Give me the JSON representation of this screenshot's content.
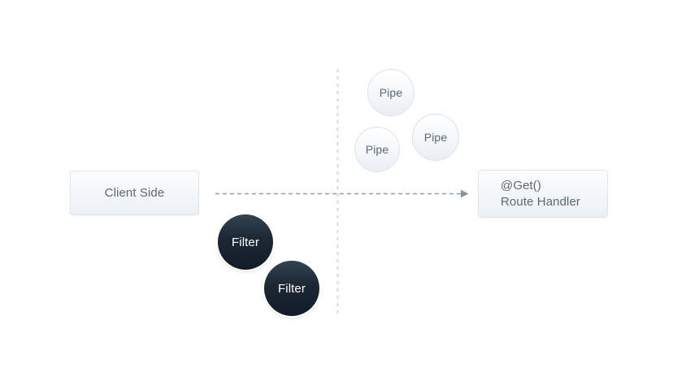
{
  "diagram": {
    "client_box": {
      "label": "Client Side"
    },
    "route_handler_box": {
      "decorator": "@Get()",
      "title": "Route Handler"
    },
    "pipes": [
      {
        "label": "Pipe"
      },
      {
        "label": "Pipe"
      },
      {
        "label": "Pipe"
      }
    ],
    "filters": [
      {
        "label": "Filter"
      },
      {
        "label": "Filter"
      }
    ],
    "colors": {
      "background": "#ffffff",
      "node_fill_top": "#fcfdfe",
      "node_fill_bottom": "#edf1f6",
      "node_border": "#dfe5ec",
      "node_text": "#5a6977",
      "pipe_fill_top": "#ffffff",
      "pipe_fill_bottom": "#e9eef4",
      "pipe_border": "#dbe3ea",
      "filter_fill_top": "#344350",
      "filter_fill_bottom": "#131c27",
      "filter_text": "#ffffff",
      "flow_arrow": "#94a0ad",
      "divider_line": "#d2d8de"
    }
  }
}
